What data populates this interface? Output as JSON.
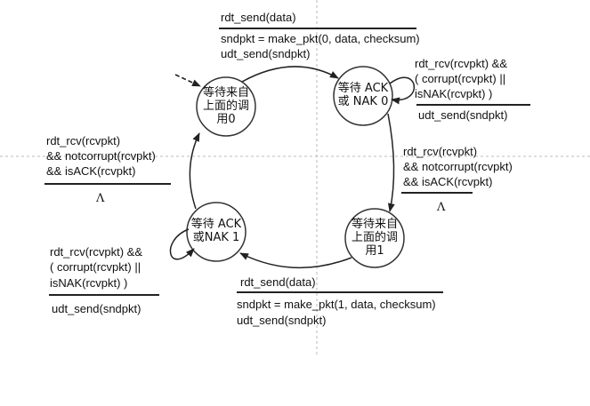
{
  "states": [
    {
      "id": "s0",
      "lines": [
        "等待来自",
        "上面的调",
        "用0"
      ]
    },
    {
      "id": "s1",
      "lines": [
        "等待 ACK",
        "或 NAK 0"
      ]
    },
    {
      "id": "s2",
      "lines": [
        "等待来自",
        "上面的调",
        "用1"
      ]
    },
    {
      "id": "s3",
      "lines": [
        "等待 ACK",
        "或NAK 1"
      ]
    }
  ],
  "transitions": {
    "t0_event": "rdt_send(data)",
    "t0_action1": "sndpkt = make_pkt(0, data, checksum)",
    "t0_action2": "udt_send(sndpkt)",
    "loop1_event1": "rdt_rcv(rcvpkt) &&",
    "loop1_event2": "( corrupt(rcvpkt) ||",
    "loop1_event3": "isNAK(rcvpkt) )",
    "loop1_action": "udt_send(sndpkt)",
    "t1_event1": "rdt_rcv(rcvpkt)",
    "t1_event2": "&& notcorrupt(rcvpkt)",
    "t1_event3": "&& isACK(rcvpkt)",
    "t1_action": "Λ",
    "t2_event": "rdt_send(data)",
    "t2_action1": "sndpkt = make_pkt(1, data, checksum)",
    "t2_action2": "udt_send(sndpkt)",
    "loop3_event1": "rdt_rcv(rcvpkt) &&",
    "loop3_event2": "( corrupt(rcvpkt) ||",
    "loop3_event3": "isNAK(rcvpkt) )",
    "loop3_action": "udt_send(sndpkt)",
    "t3_event1": "rdt_rcv(rcvpkt)",
    "t3_event2": "&& notcorrupt(rcvpkt)",
    "t3_event3": "&& isACK(rcvpkt)",
    "t3_action": "Λ"
  }
}
